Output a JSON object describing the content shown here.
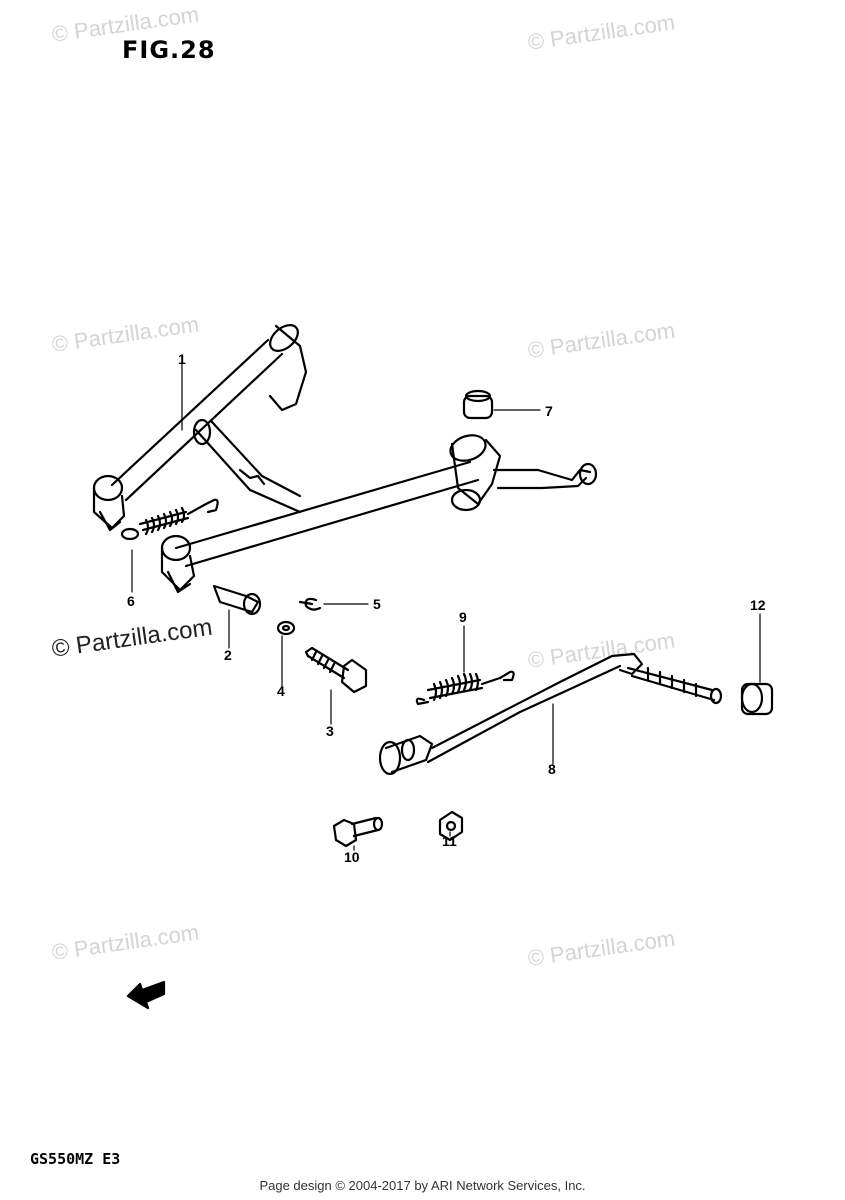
{
  "figure_title": "FIG.28",
  "watermark_text": "© Partzilla.com",
  "model_code": "GS550MZ E3",
  "footer": "Page design © 2004-2017 by ARI Network Services, Inc.",
  "callouts": [
    "1",
    "2",
    "3",
    "4",
    "5",
    "6",
    "7",
    "8",
    "9",
    "10",
    "11",
    "12"
  ],
  "colors": {
    "line": "#000000",
    "watermark": "#d4d4d4"
  }
}
